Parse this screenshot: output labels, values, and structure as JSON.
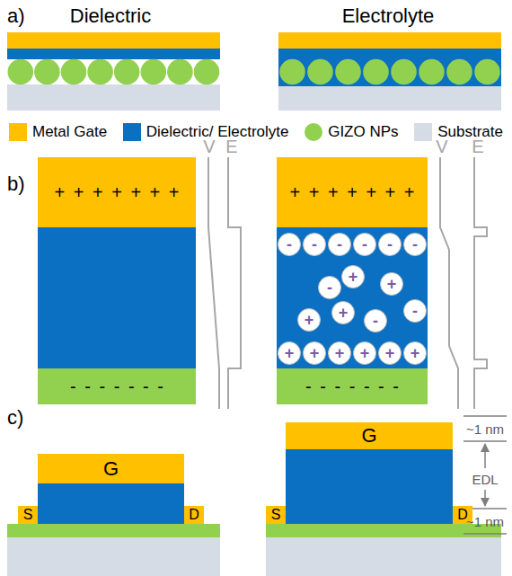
{
  "diagram": {
    "nodes": [
      {
        "text": [
          "+ + + + + + +"
        ]
      },
      {
        "text": [
          "- - - - - - -"
        ]
      },
      {
        "text": [
          "+ + + + + + +"
        ]
      },
      {
        "text": [
          "-"
        ]
      },
      {
        "text": [
          "-"
        ]
      },
      {
        "text": [
          "-"
        ]
      },
      {
        "text": [
          "-"
        ]
      },
      {
        "text": [
          "-"
        ]
      },
      {
        "text": [
          "-"
        ]
      },
      {
        "text": [
          "-"
        ]
      },
      {
        "text": [
          "+"
        ]
      },
      {
        "text": [
          "+"
        ]
      },
      {
        "text": [
          "+"
        ]
      },
      {
        "text": [
          "+"
        ]
      },
      {
        "text": [
          "-"
        ]
      },
      {
        "text": [
          "-"
        ]
      },
      {
        "text": [
          "+"
        ]
      },
      {
        "text": [
          "+"
        ]
      },
      {
        "text": [
          "+"
        ]
      },
      {
        "text": [
          "+"
        ]
      },
      {
        "text": [
          "+"
        ]
      },
      {
        "text": [
          "+"
        ]
      },
      {
        "text": [
          "- - - - - - -"
        ]
      },
      {
        "text": [
          "G"
        ]
      },
      {
        "text": [
          "S"
        ]
      },
      {
        "text": [
          "D"
        ]
      },
      {
        "text": [
          "G"
        ]
      },
      {
        "text": [
          "S"
        ]
      },
      {
        "text": [
          "D"
        ]
      }
    ],
    "labels": [
      "a)",
      "Dielectric",
      "Electrolyte",
      "b)",
      "V",
      "E",
      "V",
      "E",
      "c)",
      "~1 nm",
      "EDL",
      "~1 nm"
    ],
    "legend": [
      {
        "text": "Metal Gate",
        "color": "#FFC000"
      },
      {
        "text": "Dielectric/ Electrolyte",
        "color": "#0B6FC2"
      },
      {
        "text": "GIZO NPs",
        "color": "#92D050"
      },
      {
        "text": "Substrate",
        "color": "#D6DCE5"
      }
    ]
  }
}
